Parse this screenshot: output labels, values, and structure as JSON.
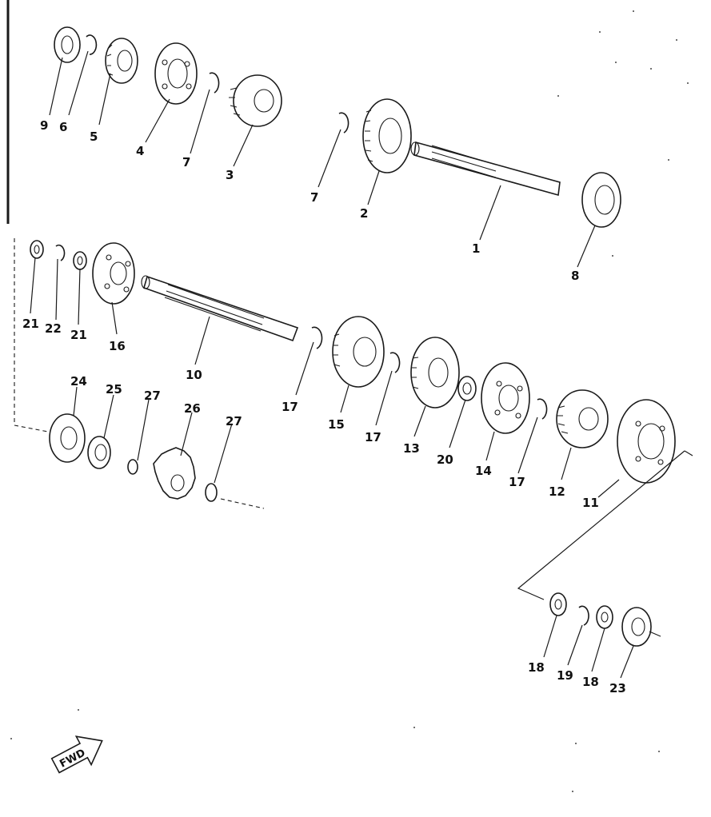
{
  "labels": {
    "p1": "1",
    "p2": "2",
    "p3": "3",
    "p4": "4",
    "p5": "5",
    "p6": "6",
    "p7a": "7",
    "p7b": "7",
    "p8": "8",
    "p9": "9",
    "p10": "10",
    "p11": "11",
    "p12": "12",
    "p13": "13",
    "p14": "14",
    "p15": "15",
    "p16": "16",
    "p17a": "17",
    "p17b": "17",
    "p17c": "17",
    "p18a": "18",
    "p18b": "18",
    "p19": "19",
    "p20": "20",
    "p21a": "21",
    "p21b": "21",
    "p22": "22",
    "p23": "23",
    "p24": "24",
    "p25": "25",
    "p26": "26",
    "p27a": "27",
    "p27b": "27"
  },
  "fwd_mark": "FWD",
  "icons": [
    "gear",
    "shaft",
    "bearing",
    "circlip",
    "washer",
    "sprocket",
    "fwd-arrow-icon"
  ]
}
